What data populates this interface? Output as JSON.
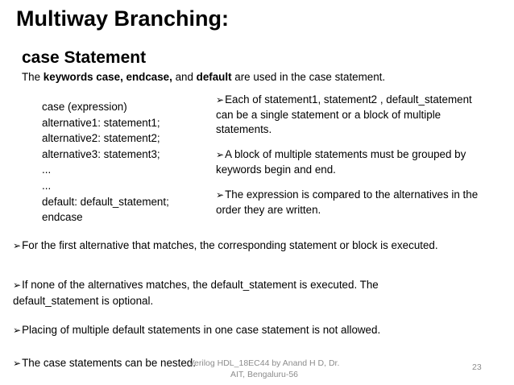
{
  "slide": {
    "title": "Multiway Branching:",
    "subtitle": "case Statement",
    "intro": {
      "prefix": "The ",
      "bold1": "keywords case, endcase,",
      "middle": " and ",
      "bold2": "default",
      "suffix": " are used in the case statement."
    },
    "code_lines": [
      "case (expression)",
      "alternative1: statement1;",
      "alternative2: statement2;",
      "alternative3: statement3;",
      "...",
      "...",
      "default: default_statement;",
      "endcase"
    ],
    "right_bullets": [
      "Each of statement1, statement2 , default_statement can be a single statement or a block of multiple statements.",
      "A block of multiple statements must be grouped by keywords begin and end.",
      "The expression is compared to the alternatives in the order they are written."
    ],
    "bullets": [
      "For the first alternative that matches, the corresponding statement or block is executed.",
      "If none of the alternatives matches, the default_statement is executed. The default_statement is optional.",
      "Placing of multiple default statements in one case statement is not allowed.",
      "The case statements can be nested."
    ],
    "bullet_glyph": "➢",
    "footer": "Verilog HDL_18EC44 by Anand H D, Dr. AIT, Bengaluru-56",
    "page_number": "23"
  }
}
